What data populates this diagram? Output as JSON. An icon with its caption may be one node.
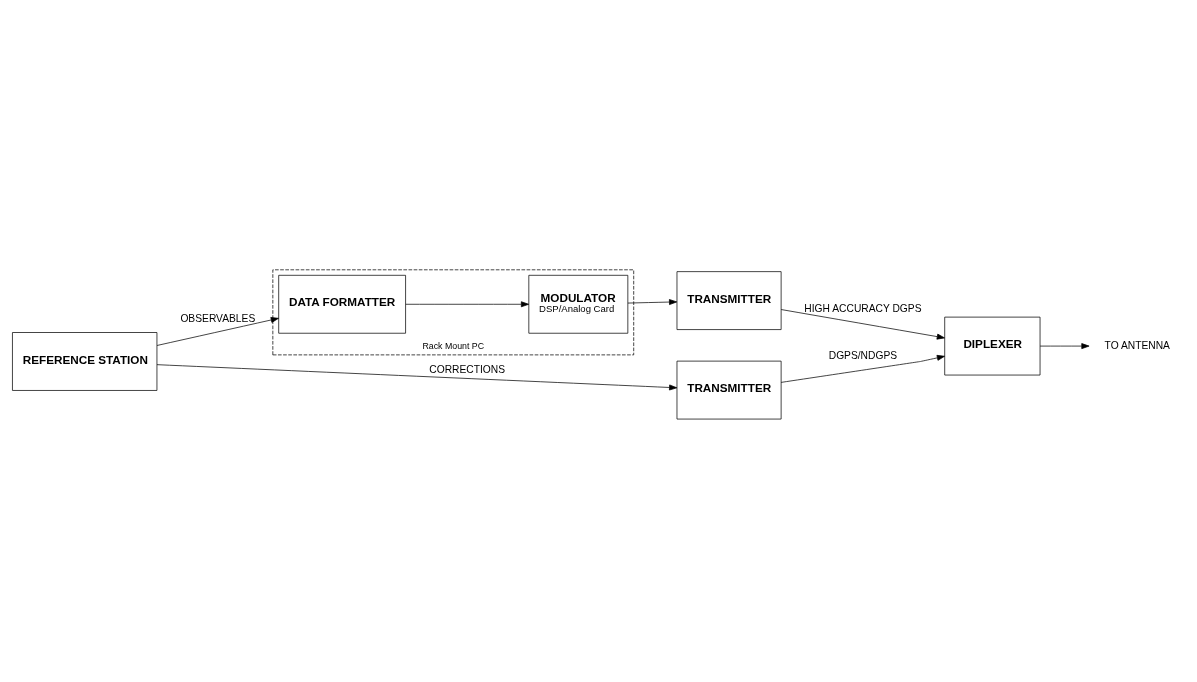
{
  "diagram": {
    "nodes": [
      {
        "text": [
          "REFERENCE STATION"
        ]
      },
      {
        "text": [
          "Rack Mount PC"
        ]
      },
      {
        "text": [
          "DATA FORMATTER"
        ],
        "in": 1
      },
      {
        "text": [
          "MODULATOR",
          "DSP/Analog Card"
        ],
        "in": 1
      },
      {
        "text": [
          "TRANSMITTER"
        ]
      },
      {
        "text": [
          "TRANSMITTER"
        ]
      },
      {
        "text": [
          "DIPLEXER"
        ]
      },
      {
        "text": [
          "TO ANTENNA"
        ]
      }
    ],
    "edges": [
      {
        "from": 0,
        "to": 2,
        "arrow": "to",
        "label": "OBSERVABLES"
      },
      {
        "from": 0,
        "to": 4,
        "arrow": "to",
        "label": "CORRECTIONS"
      },
      {
        "from": 2,
        "to": 3,
        "arrow": "to"
      },
      {
        "from": 3,
        "to": 5,
        "arrow": "to"
      },
      {
        "from": 4,
        "to": 6,
        "arrow": "to",
        "label": "DGPS/NDGPS"
      },
      {
        "from": 5,
        "to": 6,
        "arrow": "to",
        "label": "HIGH ACCURACY DGPS"
      },
      {
        "from": 6,
        "to": 7,
        "arrow": "to"
      }
    ]
  }
}
